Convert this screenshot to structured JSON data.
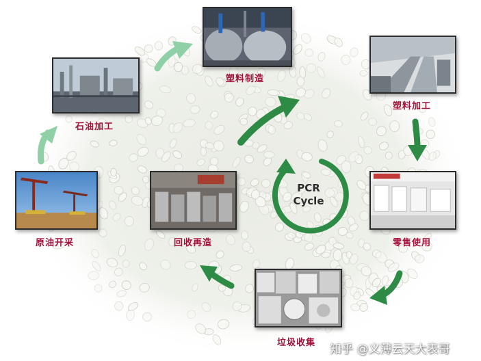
{
  "cycle": {
    "line1": "PCR",
    "line2": "Cycle"
  },
  "stages": {
    "plastic_manufacturing": "塑料制造",
    "plastic_processing": "塑料加工",
    "retail_use": "零售使用",
    "waste_collection": "垃圾收集",
    "recycling_remanufacturing": "回收再造",
    "crude_extraction": "原油开采",
    "petroleum_processing": "石油加工"
  },
  "watermark": "知乎 @义薄云天大表哥",
  "colors": {
    "arrow_green": "#2e8b45",
    "arrow_light": "#8fd0a6",
    "label": "#a3123c"
  }
}
